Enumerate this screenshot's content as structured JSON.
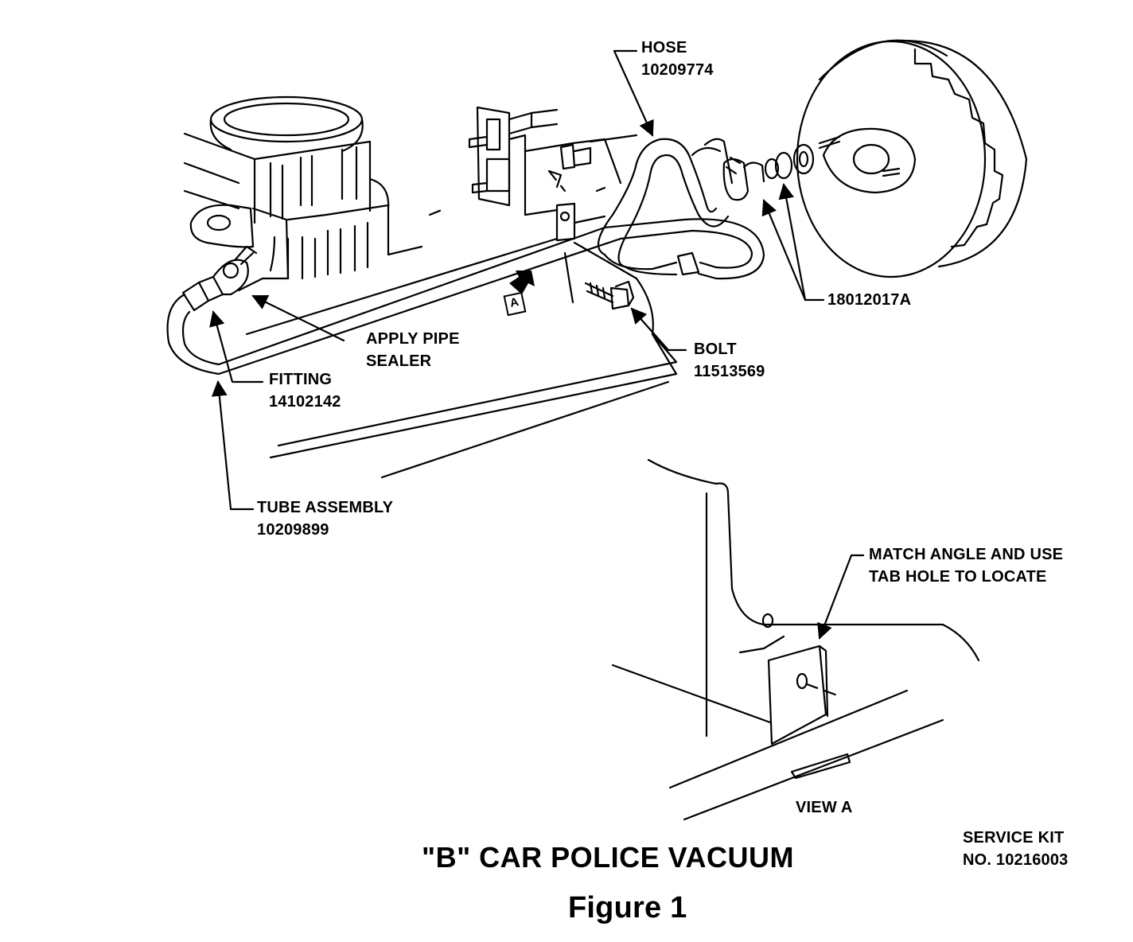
{
  "callouts": {
    "hose": {
      "name": "HOSE",
      "part": "10209774"
    },
    "seal_part": "18012017A",
    "pipe_sealer": {
      "line1": "APPLY PIPE",
      "line2": "SEALER"
    },
    "fitting": {
      "name": "FITTING",
      "part": "14102142"
    },
    "bolt": {
      "name": "BOLT",
      "part": "11513569"
    },
    "tube": {
      "name": "TUBE ASSEMBLY",
      "part": "10209899"
    },
    "view_marker": "A",
    "match": {
      "line1": "MATCH ANGLE AND USE",
      "line2": "TAB HOLE TO LOCATE"
    }
  },
  "view_label": "VIEW A",
  "title": "\"B\" CAR POLICE VACUUM",
  "figure": "Figure 1",
  "service_kit": {
    "line1": "SERVICE KIT",
    "line2": "NO. 10216003"
  }
}
